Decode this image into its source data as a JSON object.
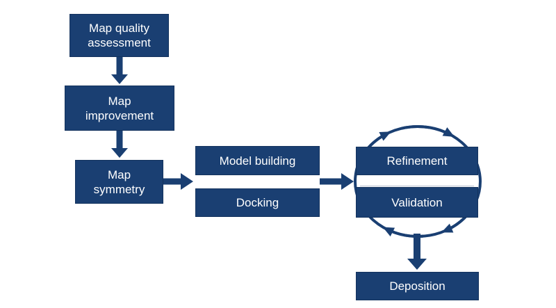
{
  "colors": {
    "navy": "#1a3f72",
    "background": "#ffffff",
    "node_text": "#ffffff"
  },
  "nodes": {
    "map_quality": {
      "label": "Map quality assessment"
    },
    "map_improvement": {
      "label": "Map improvement"
    },
    "map_symmetry": {
      "label": "Map symmetry"
    },
    "model_building": {
      "label": "Model building"
    },
    "docking": {
      "label": "Docking"
    },
    "refinement": {
      "label": "Refinement"
    },
    "validation": {
      "label": "Validation"
    },
    "deposition": {
      "label": "Deposition"
    }
  },
  "flow": [
    "Map quality assessment -> Map improvement",
    "Map improvement -> Map symmetry",
    "Map symmetry -> Model building / Docking",
    "Model building / Docking -> Refinement <-> Validation (clockwise cycle)",
    "Refinement <-> Validation -> Deposition"
  ]
}
